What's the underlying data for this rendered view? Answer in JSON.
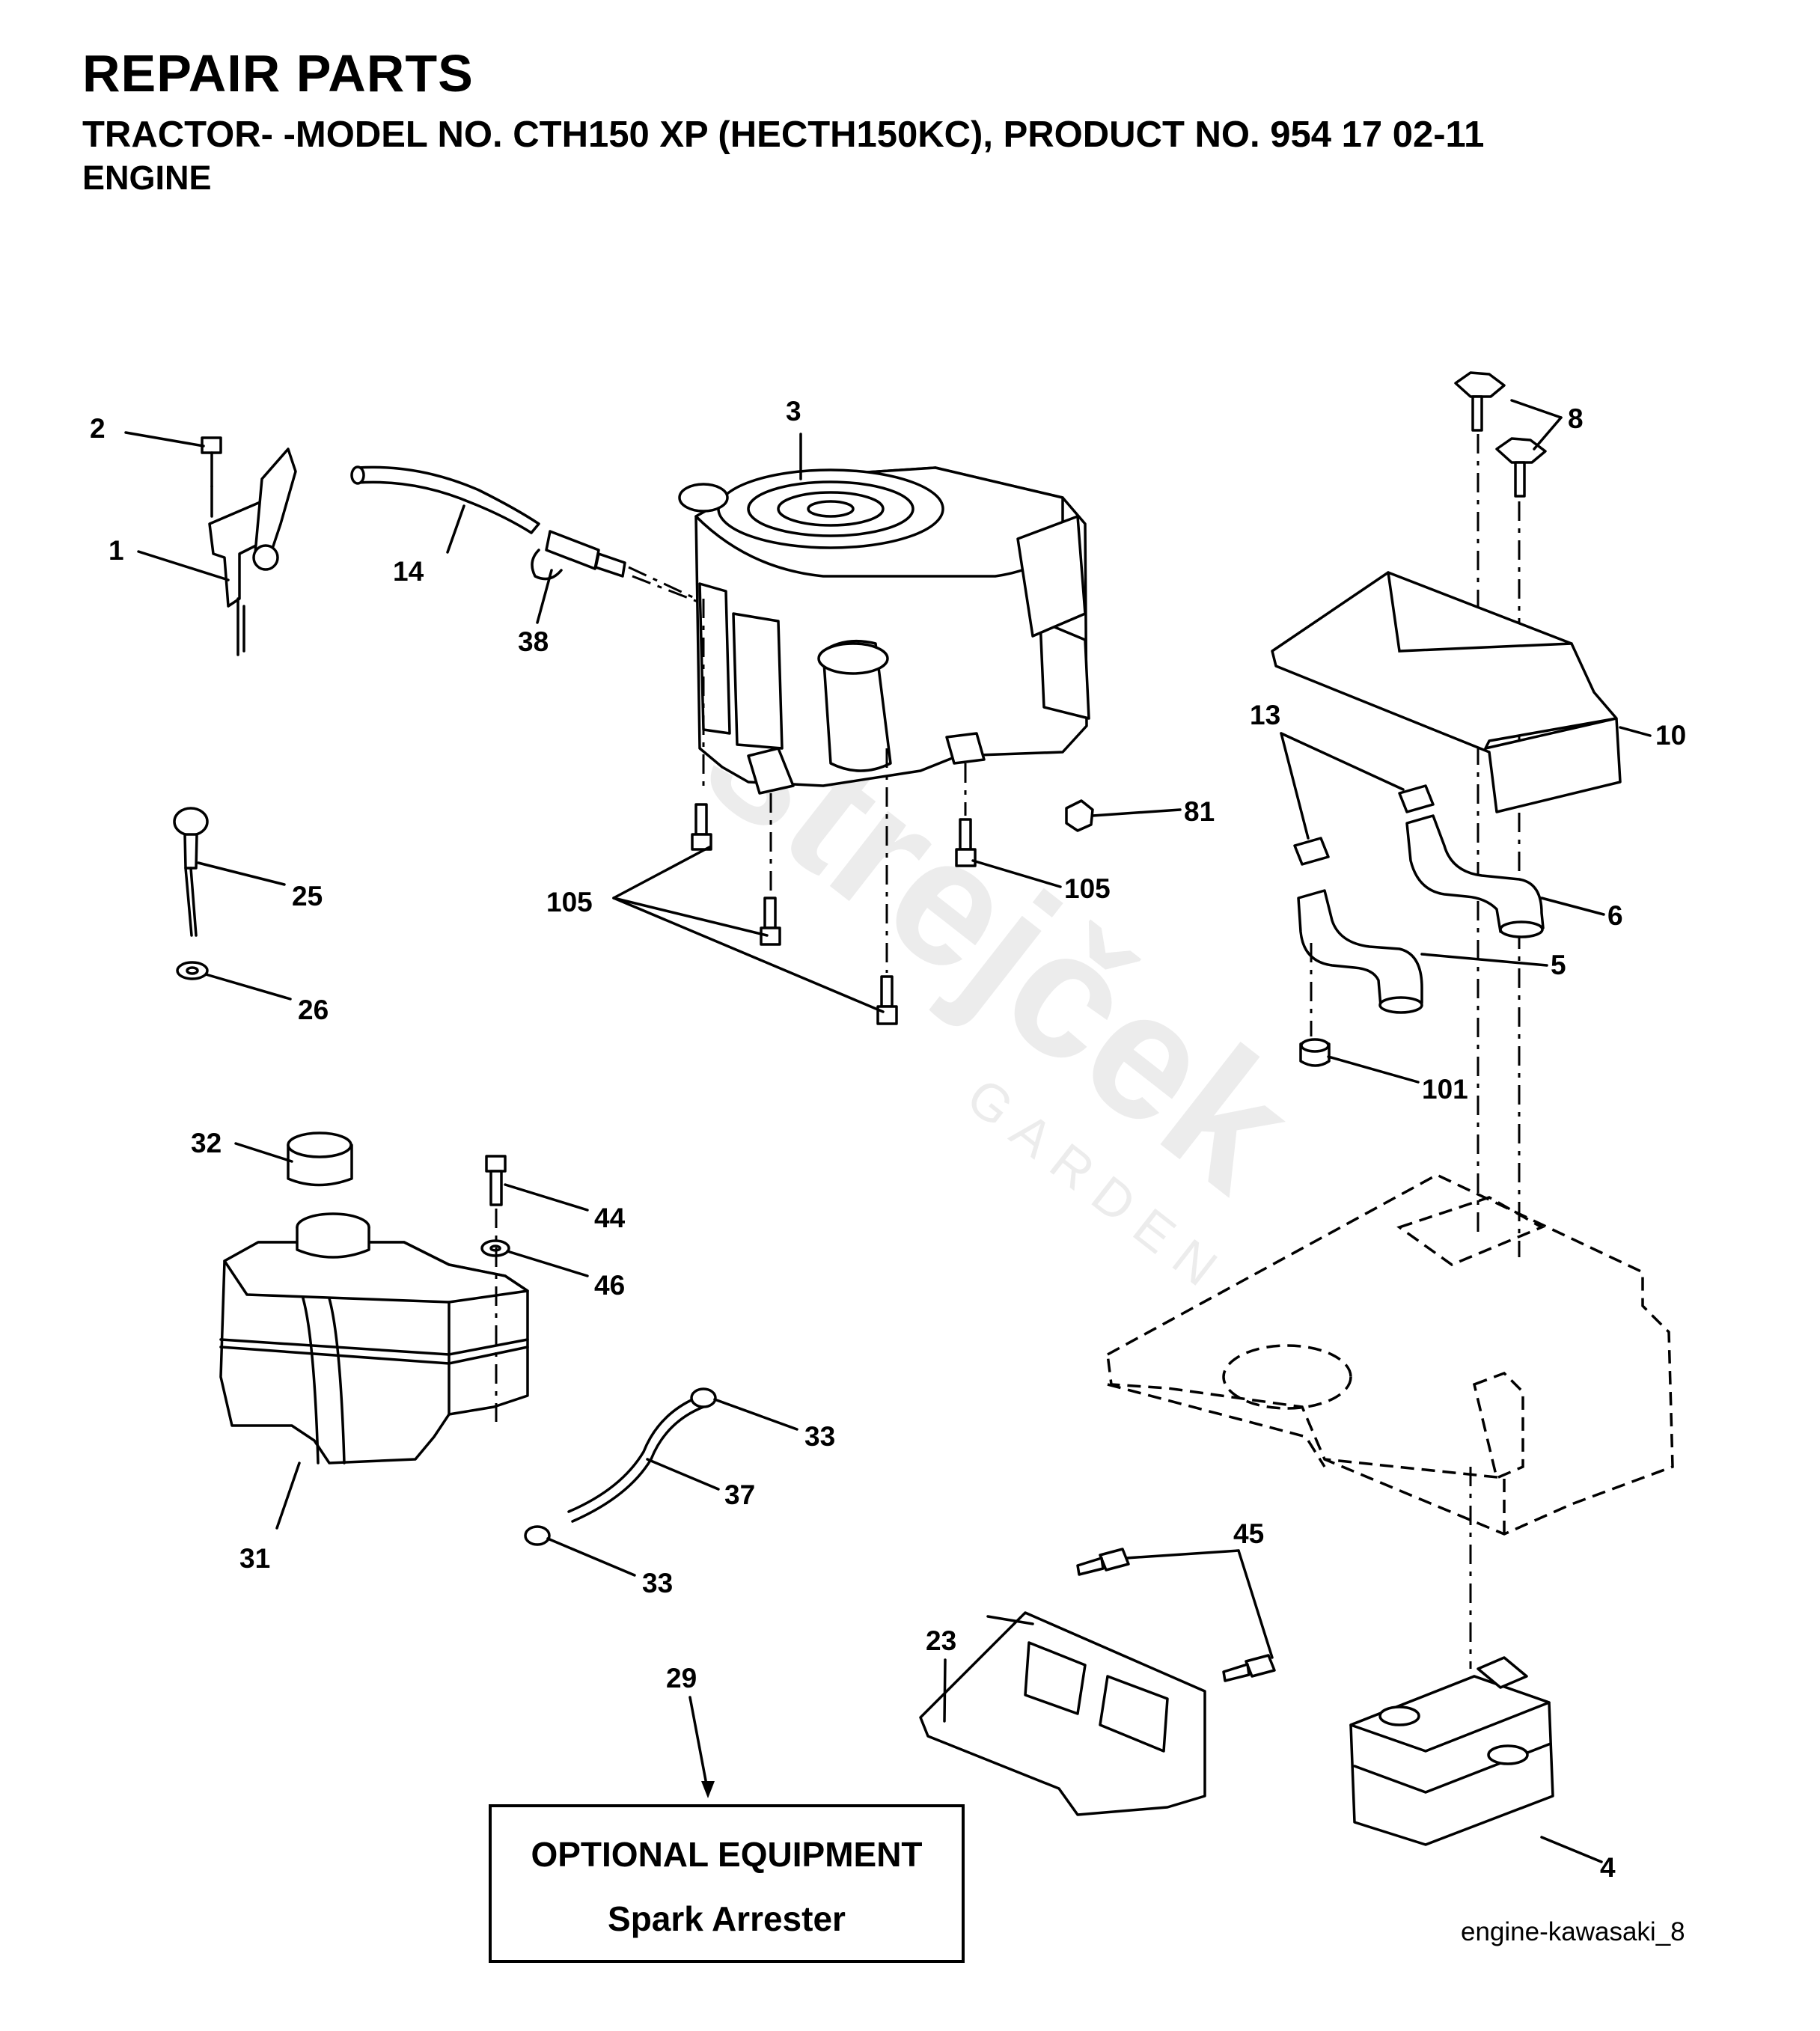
{
  "header": {
    "title": "REPAIR PARTS",
    "model_line": "TRACTOR- -MODEL NO. CTH150 XP (HECTH150KC), PRODUCT NO. 954 17 02-11",
    "section": "ENGINE"
  },
  "callouts": {
    "c1": "1",
    "c2": "2",
    "c3": "3",
    "c4": "4",
    "c5": "5",
    "c6": "6",
    "c8": "8",
    "c10": "10",
    "c13": "13",
    "c14": "14",
    "c23": "23",
    "c25": "25",
    "c26": "26",
    "c29": "29",
    "c31": "31",
    "c32": "32",
    "c33a": "33",
    "c33b": "33",
    "c37": "37",
    "c38": "38",
    "c44": "44",
    "c45": "45",
    "c46": "46",
    "c81": "81",
    "c101": "101",
    "c105a": "105",
    "c105b": "105"
  },
  "optional_box": {
    "title": "OPTIONAL EQUIPMENT",
    "subtitle": "Spark Arrester"
  },
  "footer": {
    "drawing_id": "engine-kawasaki_8"
  },
  "watermark": {
    "text": "strejček GARDEN"
  }
}
